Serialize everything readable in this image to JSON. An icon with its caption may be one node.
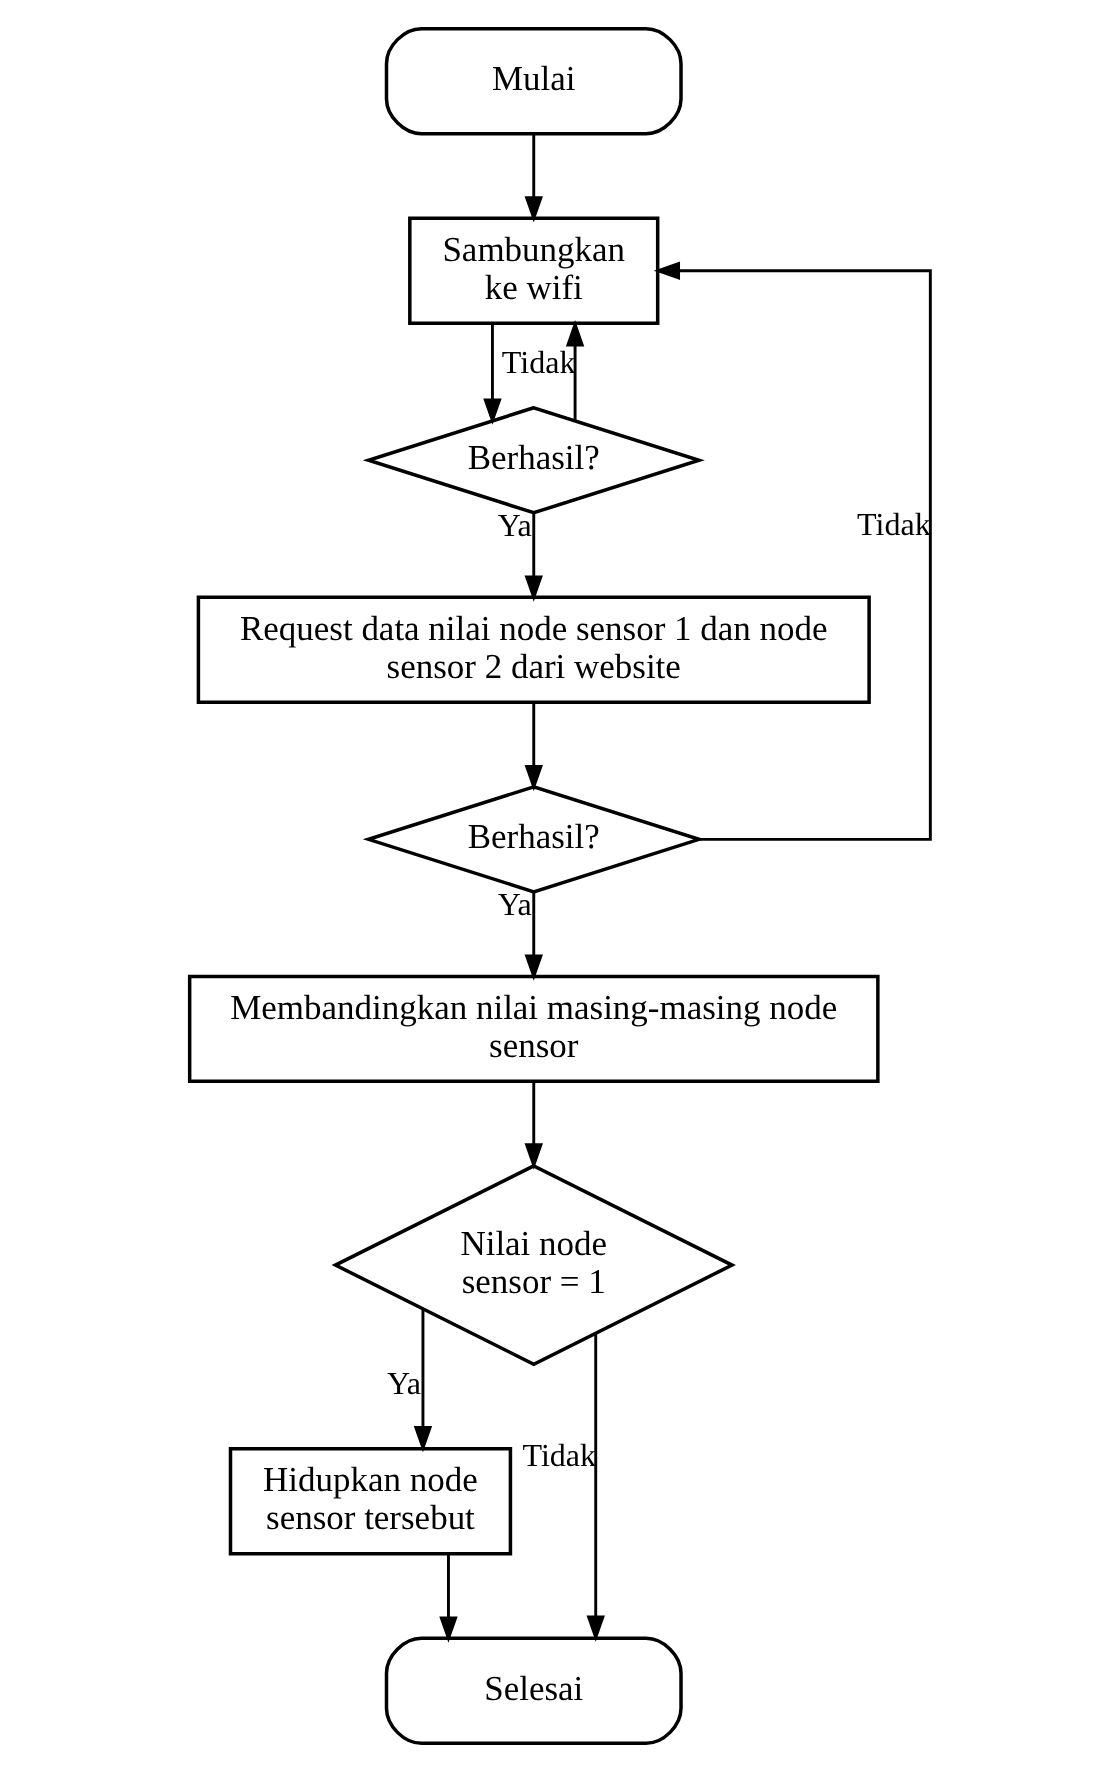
{
  "diagram": {
    "nodes": [
      {
        "text": [
          "Mulai"
        ]
      },
      {
        "text": [
          "Sambungkan ke wifi"
        ]
      },
      {
        "text": [
          "Berhasil?"
        ]
      },
      {
        "text": [
          "Request data nilai node sensor 1 dan node sensor 2 dari website"
        ]
      },
      {
        "text": [
          "Berhasil?"
        ]
      },
      {
        "text": [
          "Membandingkan nilai masing-masing node sensor"
        ]
      },
      {
        "text": [
          "Nilai node sensor = 1"
        ]
      },
      {
        "text": [
          "Hidupkan node sensor tersebut"
        ]
      },
      {
        "text": [
          "Selesai"
        ]
      }
    ],
    "edges": [
      {
        "from": 0,
        "to": 1,
        "arrow": "to"
      },
      {
        "from": 1,
        "to": 2,
        "arrow": "to"
      },
      {
        "from": 2,
        "to": 1,
        "arrow": "to",
        "label": "Tidak"
      },
      {
        "from": 2,
        "to": 3,
        "arrow": "to",
        "label": "Ya"
      },
      {
        "from": 3,
        "to": 4,
        "arrow": "to"
      },
      {
        "from": 4,
        "to": 1,
        "arrow": "to",
        "label": "Tidak"
      },
      {
        "from": 4,
        "to": 5,
        "arrow": "to",
        "label": "Ya"
      },
      {
        "from": 5,
        "to": 6,
        "arrow": "to"
      },
      {
        "from": 6,
        "to": 7,
        "arrow": "to",
        "label": "Ya"
      },
      {
        "from": 7,
        "to": 8,
        "arrow": "to"
      },
      {
        "from": 6,
        "to": 8,
        "arrow": "to",
        "label": "Tidak"
      }
    ]
  }
}
